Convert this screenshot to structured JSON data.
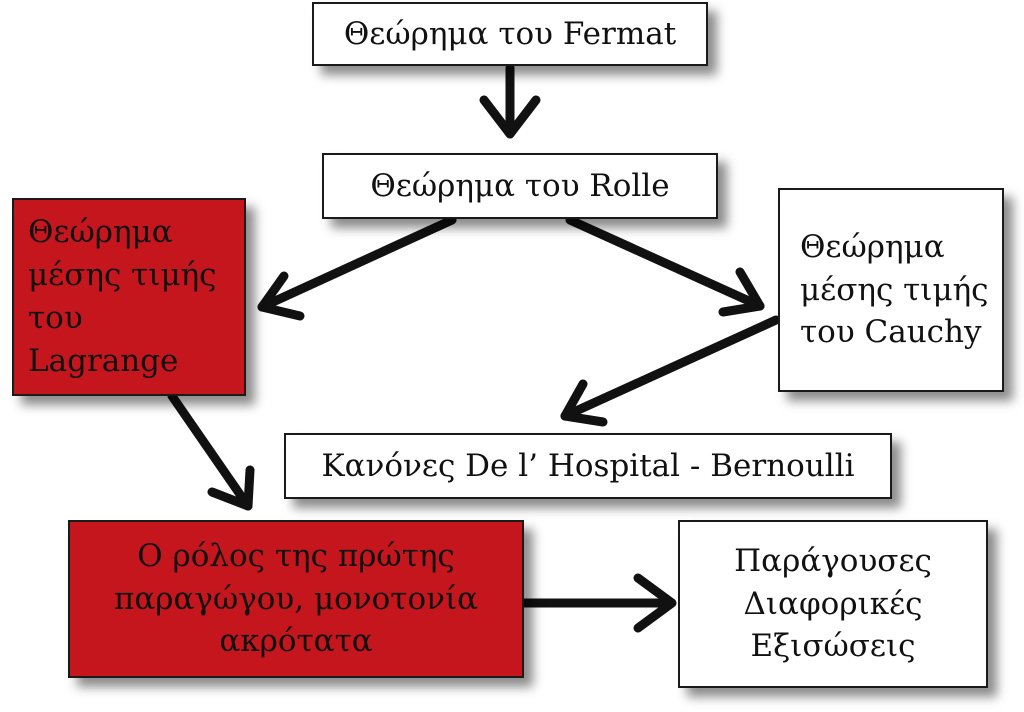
{
  "nodes": {
    "fermat": {
      "text": "Θεώρημα του Fermat",
      "fill": "#ffffff"
    },
    "rolle": {
      "text": "Θεώρημα του Rolle",
      "fill": "#ffffff"
    },
    "lagrange": {
      "lines": [
        "Θεώρημα",
        "μέσης τιμής",
        "του Lagrange"
      ],
      "fill": "#c4161c"
    },
    "cauchy": {
      "lines": [
        "Θεώρημα",
        "μέσης τιμής",
        "του Cauchy"
      ],
      "fill": "#ffffff"
    },
    "hospital": {
      "text": "Κανόνες De l’ Hospital - Bernoulli",
      "fill": "#ffffff"
    },
    "first_derivative": {
      "lines": [
        "Ο ρόλος της πρώτης",
        "παραγώγου, μονοτονία",
        "ακρότατα"
      ],
      "fill": "#c4161c"
    },
    "differential_equations": {
      "lines": [
        "Παράγουσες",
        "Διαφορικές",
        "Εξισώσεις"
      ],
      "fill": "#ffffff"
    }
  },
  "edges": [
    {
      "from": "fermat",
      "to": "rolle"
    },
    {
      "from": "rolle",
      "to": "lagrange"
    },
    {
      "from": "rolle",
      "to": "cauchy"
    },
    {
      "from": "cauchy",
      "to": "hospital"
    },
    {
      "from": "lagrange",
      "to": "first_derivative"
    },
    {
      "from": "first_derivative",
      "to": "differential_equations"
    }
  ],
  "colors": {
    "arrow": "#111111",
    "accent_red": "#c4161c",
    "border": "#1a1a1a"
  }
}
